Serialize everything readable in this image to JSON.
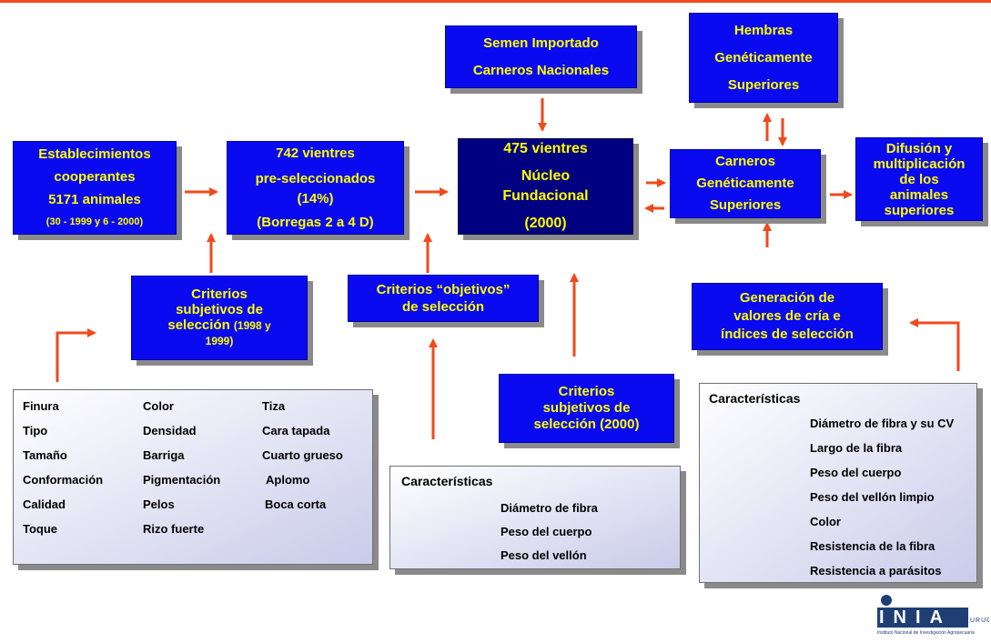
{
  "boxes": {
    "semen": [
      "Semen Importado",
      "Carneros Nacionales"
    ],
    "hembras": [
      "Hembras",
      "Genéticamente",
      "Superiores"
    ],
    "establecimientos": [
      "Establecimientos",
      "cooperantes",
      "5171 animales",
      "(30 - 1999 y 6 - 2000)"
    ],
    "vientres742": [
      "742 vientres",
      "pre-seleccionados",
      "(14%)",
      "(Borregas 2 a 4 D)"
    ],
    "nucleo": [
      "475 vientres",
      "Núcleo",
      "Fundacional",
      "(2000)"
    ],
    "carneros": [
      "Carneros",
      "Genéticamente",
      "Superiores"
    ],
    "difusion": [
      "Difusión y",
      "multiplicación",
      "de los",
      "animales",
      "superiores"
    ],
    "criterios_subj_1998": [
      "Criterios",
      "subjetivos de",
      "selección",
      "(1998 y",
      "1999)"
    ],
    "criterios_obj": [
      "Criterios “objetivos”",
      "de selección"
    ],
    "generacion": [
      "Generación de",
      "valores de cría e",
      "índices de selección"
    ],
    "criterios_subj_2000": [
      "Criterios",
      "subjetivos de",
      "selección (2000)"
    ]
  },
  "traits_left": {
    "col1": [
      "Finura",
      "Tipo",
      "Tamaño",
      "Conformación",
      "Calidad",
      "Toque"
    ],
    "col2": [
      "Color",
      "Densidad",
      "Barriga",
      "Pigmentación",
      "Pelos",
      "Rizo fuerte"
    ],
    "col3": [
      "Tiza",
      "Cara tapada",
      "Cuarto grueso",
      "Aplomo",
      "Boca corta"
    ]
  },
  "traits_middle": {
    "title": "Características",
    "items": [
      "Diámetro de fibra",
      "Peso del cuerpo",
      "Peso del vellón"
    ]
  },
  "traits_right": {
    "title": "Características",
    "items": [
      "Diámetro de fibra y su CV",
      "Largo de la fibra",
      "Peso del cuerpo",
      "Peso del vellón limpio",
      "Color",
      "Resistencia de la fibra",
      "Resistencia a parásitos"
    ]
  },
  "logo": {
    "text": "INIA",
    "suffix": "URUGUAY",
    "caption": "Instituto Nacional de Investigación Agropecuaria"
  },
  "colors": {
    "box_blue": "#0a0af0",
    "box_dark": "#000080",
    "box_text": "#ffff00",
    "arrow": "#f04a1c"
  }
}
